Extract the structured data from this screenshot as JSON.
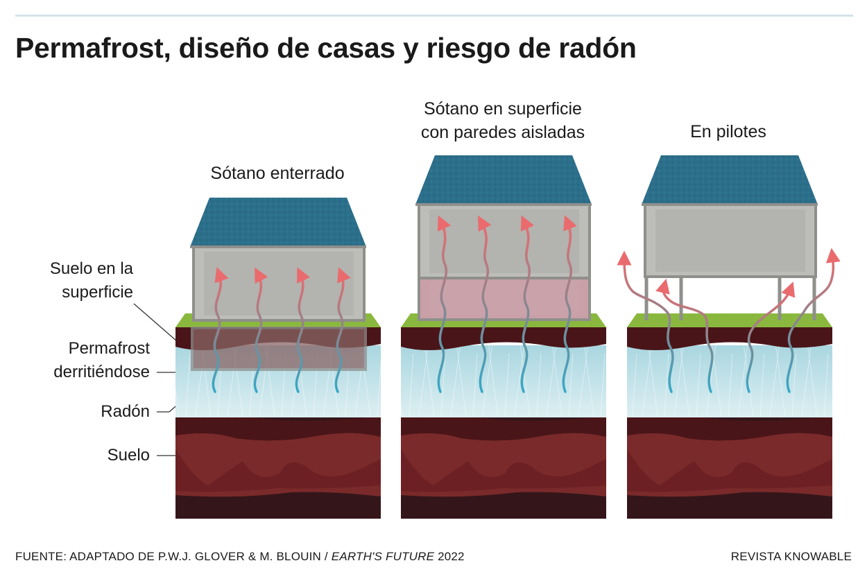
{
  "title": "Permafrost, diseño de casas y riesgo de radón",
  "panels": [
    {
      "title": "Sótano enterrado"
    },
    {
      "title_line1": "Sótano en superficie",
      "title_line2": "con paredes aisladas"
    },
    {
      "title": "En pilotes"
    }
  ],
  "labels": {
    "surface_soil_line1": "Suelo en la",
    "surface_soil_line2": "superficie",
    "thawing_line1": "Permafrost",
    "thawing_line2": "derritiéndose",
    "radon": "Radón",
    "soil": "Suelo"
  },
  "footer": {
    "source_prefix": "FUENTE: ADAPTADO DE P.W.J. GLOVER & M. BLOUIN / ",
    "source_journal": "EARTH'S FUTURE",
    "source_year": " 2022",
    "brand": "REVISTA KNOWABLE"
  },
  "colors": {
    "roof": "#2c6f8a",
    "house_wall": "#bdbdb9",
    "house_frame": "#8f8f8c",
    "grass": "#8ab83e",
    "topsoil": "#4a1518",
    "permafrost": "#cde6ea",
    "soil_mid": "#7a2a2a",
    "soil_dark": "#34161a",
    "radon_arrow": "#e96b6e",
    "radon_wave": "#35a9c7"
  },
  "icons": [
    "roof-icon",
    "radon-arrow-icon"
  ]
}
